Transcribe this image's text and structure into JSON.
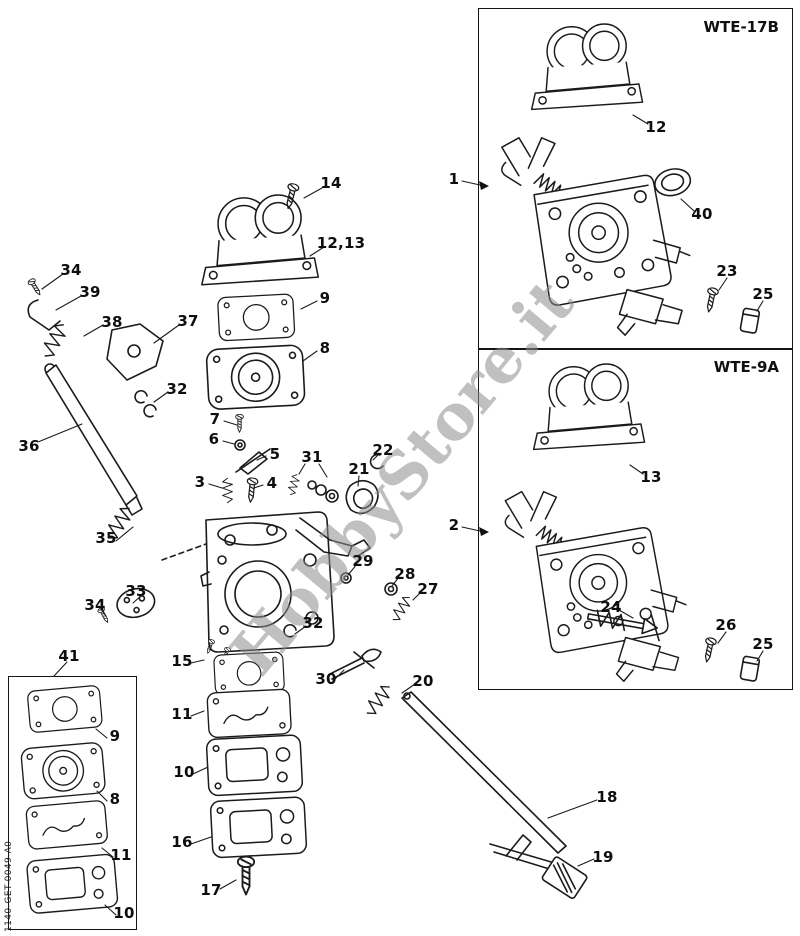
{
  "page": {
    "watermark": "HobbyStore.it",
    "part_code": "1140-GET-0049-A0",
    "line_color": "#1b1b1b",
    "watermark_color": "#8d8d8d"
  },
  "boxes": [
    {
      "label": "WTE-17B"
    },
    {
      "label": "WTE-9A"
    }
  ],
  "callouts": {
    "main": {
      "n14": "14",
      "n12_13": "12,13",
      "n9": "9",
      "n8": "8",
      "n34a": "34",
      "n39": "39",
      "n38": "38",
      "n37": "37",
      "n32a": "32",
      "n36": "36",
      "n7": "7",
      "n6": "6",
      "n5": "5",
      "n3": "3",
      "n4": "4",
      "n31": "31",
      "n21": "21",
      "n22": "22",
      "n35": "35",
      "n33": "33",
      "n34b": "34",
      "n15": "15",
      "n11": "11",
      "n10": "10",
      "n16": "16",
      "n17": "17",
      "n30": "30",
      "n32b": "32",
      "n29": "29",
      "n28": "28",
      "n27": "27",
      "n20": "20",
      "n18": "18",
      "n19": "19",
      "n41": "41"
    },
    "inset": {
      "n9": "9",
      "n8": "8",
      "n11": "11",
      "n10": "10"
    },
    "wte17b": {
      "n1": "1",
      "n12": "12",
      "n40": "40",
      "n23": "23",
      "n25": "25"
    },
    "wte9a": {
      "n2": "2",
      "n13": "13",
      "n24": "24",
      "n26": "26",
      "n25": "25"
    }
  }
}
